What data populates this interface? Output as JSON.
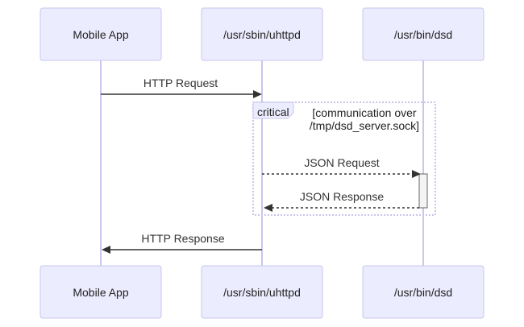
{
  "participants": {
    "mobile_app": "Mobile App",
    "uhttpd": "/usr/sbin/uhttpd",
    "dsd": "/usr/bin/dsd"
  },
  "messages": {
    "http_request": "HTTP Request",
    "json_request": "JSON Request",
    "json_response": "JSON Response",
    "http_response": "HTTP Response"
  },
  "critical_block": {
    "label": "critical",
    "condition_line1": "[communication over",
    "condition_line2": "/tmp/dsd_server.sock]"
  },
  "colors": {
    "actor_fill": "#ececff",
    "actor_border": "#c8c6ee",
    "lifeline": "#cbc6ec",
    "arrow": "#333333"
  }
}
